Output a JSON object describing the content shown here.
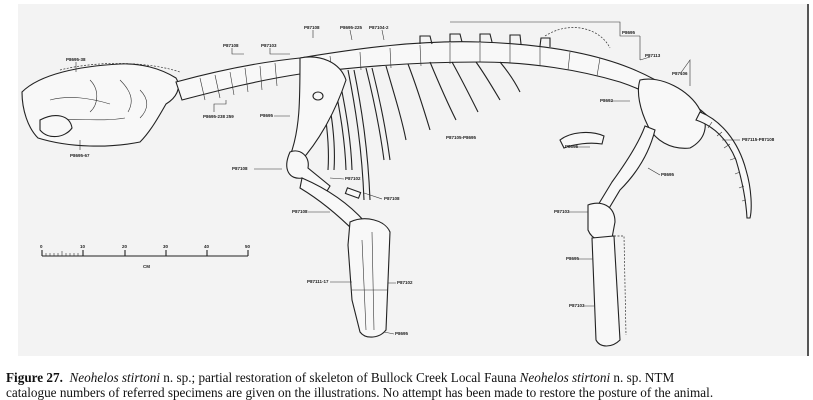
{
  "figure": {
    "specimen_labels": {
      "skull_upper": "P8695-38",
      "skull_lower": "P8695-67",
      "cervical_a": "P87108",
      "cervical_b": "P87103",
      "cervical_ventral": "P8695-238 259",
      "scapula": "P8695",
      "thoracic_a": "P87108",
      "thoracic_b": "P8695-225",
      "thoracic_c": "P87104-2",
      "lumbar": "P8695",
      "sacral": "P87113",
      "pelvis_dorsal": "P87106",
      "ilium": "P8692",
      "ribs": "P87105-P8695",
      "pubis": "P8695",
      "tail": "P87115-P87108",
      "femur": "P8695",
      "humerus": "P87108",
      "humerus_distal": "P87102",
      "fragment": "P87108",
      "elbow": "P87108",
      "knee": "P87103",
      "fibula": "P8695",
      "tibia": "P87103",
      "ulna": "P87111-17",
      "radius": "P87102",
      "manus": "P8695"
    },
    "scale_bar": {
      "ticks": [
        "0",
        "10",
        "20",
        "30",
        "40",
        "50"
      ],
      "unit": "CM"
    }
  },
  "caption": {
    "label": "Figure 27.",
    "genus_1": "Neohelos stirtoni",
    "text_1": " n. sp.; partial restoration of skeleton of Bullock Creek Local Fauna ",
    "genus_2": "Neohelos stirtoni",
    "text_2": " n. sp. NTM",
    "line_2": "catalogue numbers of referred specimens are given on the illustrations. No attempt has been made to restore the posture of the animal."
  }
}
